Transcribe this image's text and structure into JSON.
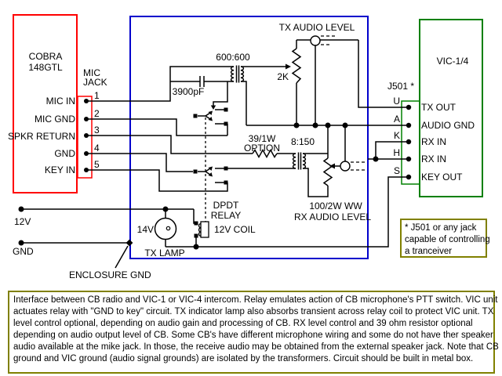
{
  "cb": {
    "name_line1": "COBRA",
    "name_line2": "148GTL",
    "jack_line1": "MIC",
    "jack_line2": "JACK",
    "pins": [
      {
        "n": "1",
        "label": "MIC IN"
      },
      {
        "n": "2",
        "label": "MIC GND"
      },
      {
        "n": "3",
        "label": "SPKR RETURN"
      },
      {
        "n": "4",
        "label": "GND"
      },
      {
        "n": "5",
        "label": "KEY IN"
      }
    ]
  },
  "vic": {
    "name": "VIC-1/4",
    "jack": "J501 *",
    "pins": [
      {
        "n": "U",
        "label": "TX OUT"
      },
      {
        "n": "A",
        "label": "AUDIO GND"
      },
      {
        "n": "K",
        "label": "RX IN"
      },
      {
        "n": "H",
        "label": "RX IN"
      },
      {
        "n": "S",
        "label": "KEY OUT"
      }
    ]
  },
  "components": {
    "tx_level": "TX AUDIO LEVEL",
    "tx_transformer": "600:600",
    "capacitor": "3900pF",
    "tx_pot": "2K",
    "option_r1": "39/1W",
    "option_r2": "OPTION",
    "rx_transformer": "8:150",
    "rx_pot_rating": "100/2W WW",
    "rx_level": "RX AUDIO LEVEL",
    "relay_line1": "DPDT",
    "relay_line2": "RELAY",
    "coil": "12V COIL",
    "lamp_voltage": "14V",
    "lamp": "TX LAMP",
    "supply": "12V",
    "ground": "GND",
    "enclosure_ground": "ENCLOSURE GND"
  },
  "note": {
    "l1": "* J501 or any jack",
    "l2": "capable of controlling",
    "l3": "a tranceiver"
  },
  "description": {
    "l1": "Interface between CB radio and VIC-1 or VIC-4 intercom. Relay emulates action of CB microphone's PTT switch. VIC unit",
    "l2": "actuates relay with \"GND to key\" circuit. TX indicator lamp also absorbs transient across relay coil to protect VIC unit. TX",
    "l3": "level control optional, depending on audio gain and processing of CB. RX level control and 39 ohm resistor optional",
    "l4": "depending on audio output level of CB. Some CB's have different microphone wiring and some do not have ther speaker",
    "l5": "audio available at the mike jack. In those, the receive audio may be obtained from the external speaker jack. Note that CB",
    "l6": "ground and VIC ground (audio signal grounds) are isolated by the transformers. Circuit should be built in metal box."
  },
  "colors": {
    "cb_box": "#ff0000",
    "interface_box": "#0000cc",
    "vic_box": "#008000",
    "note_border": "#808000",
    "wire": "#000000"
  }
}
